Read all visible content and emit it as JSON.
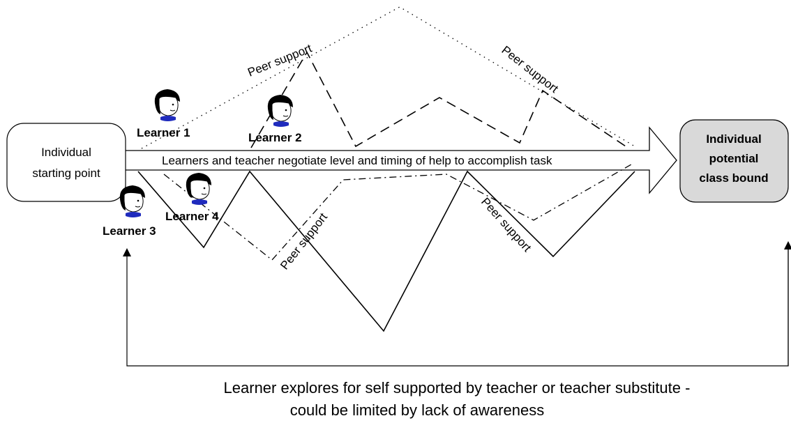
{
  "start_box": {
    "line1": "Individual",
    "line2": "starting point"
  },
  "goal_box": {
    "line1": "Individual",
    "line2": "potential",
    "line3": "class bound",
    "fill": "#d9d9d9"
  },
  "arrow_label": "Learners and teacher negotiate level and timing of help to accomplish task",
  "learners": [
    "Learner 1",
    "Learner 2",
    "Learner 3",
    "Learner 4"
  ],
  "peer_support_label": "Peer support",
  "feedback": {
    "line1": "Learner explores for self supported by teacher or teacher substitute -",
    "line2": "could be limited by lack of awareness"
  },
  "colors": {
    "line": "#000000",
    "shirt": "#1f2bbd",
    "hair": "#000000",
    "face": "#ffffff"
  },
  "icons": [
    "learner-face-icon"
  ]
}
